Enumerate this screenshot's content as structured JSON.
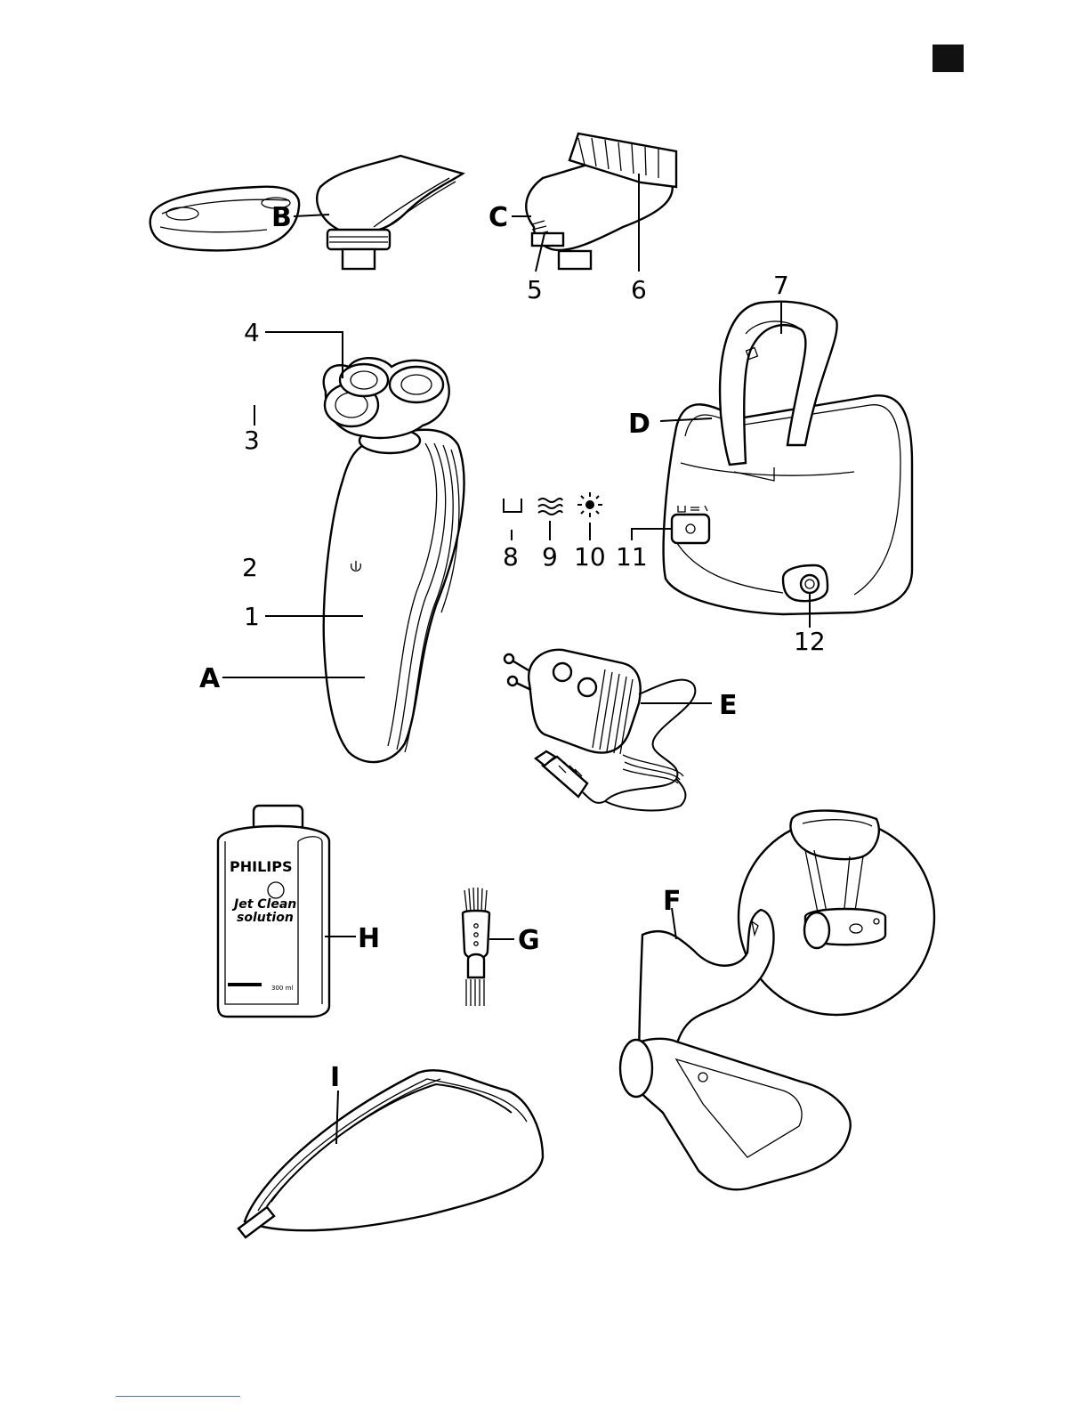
{
  "figure": {
    "page_marker_color": "#111111",
    "parts": [
      {
        "key": "A",
        "label": "A"
      },
      {
        "key": "B",
        "label": "B"
      },
      {
        "key": "C",
        "label": "C"
      },
      {
        "key": "D",
        "label": "D"
      },
      {
        "key": "E",
        "label": "E"
      },
      {
        "key": "F",
        "label": "F"
      },
      {
        "key": "G",
        "label": "G"
      },
      {
        "key": "H",
        "label": "H"
      },
      {
        "key": "I",
        "label": "I"
      }
    ],
    "callouts": [
      "1",
      "2",
      "3",
      "4",
      "5",
      "6",
      "7",
      "8",
      "9",
      "10",
      "11",
      "12"
    ],
    "bottle": {
      "brand": "PHILIPS",
      "line1": "Jet Clean",
      "line2": "solution",
      "volume": "300 ml"
    }
  }
}
